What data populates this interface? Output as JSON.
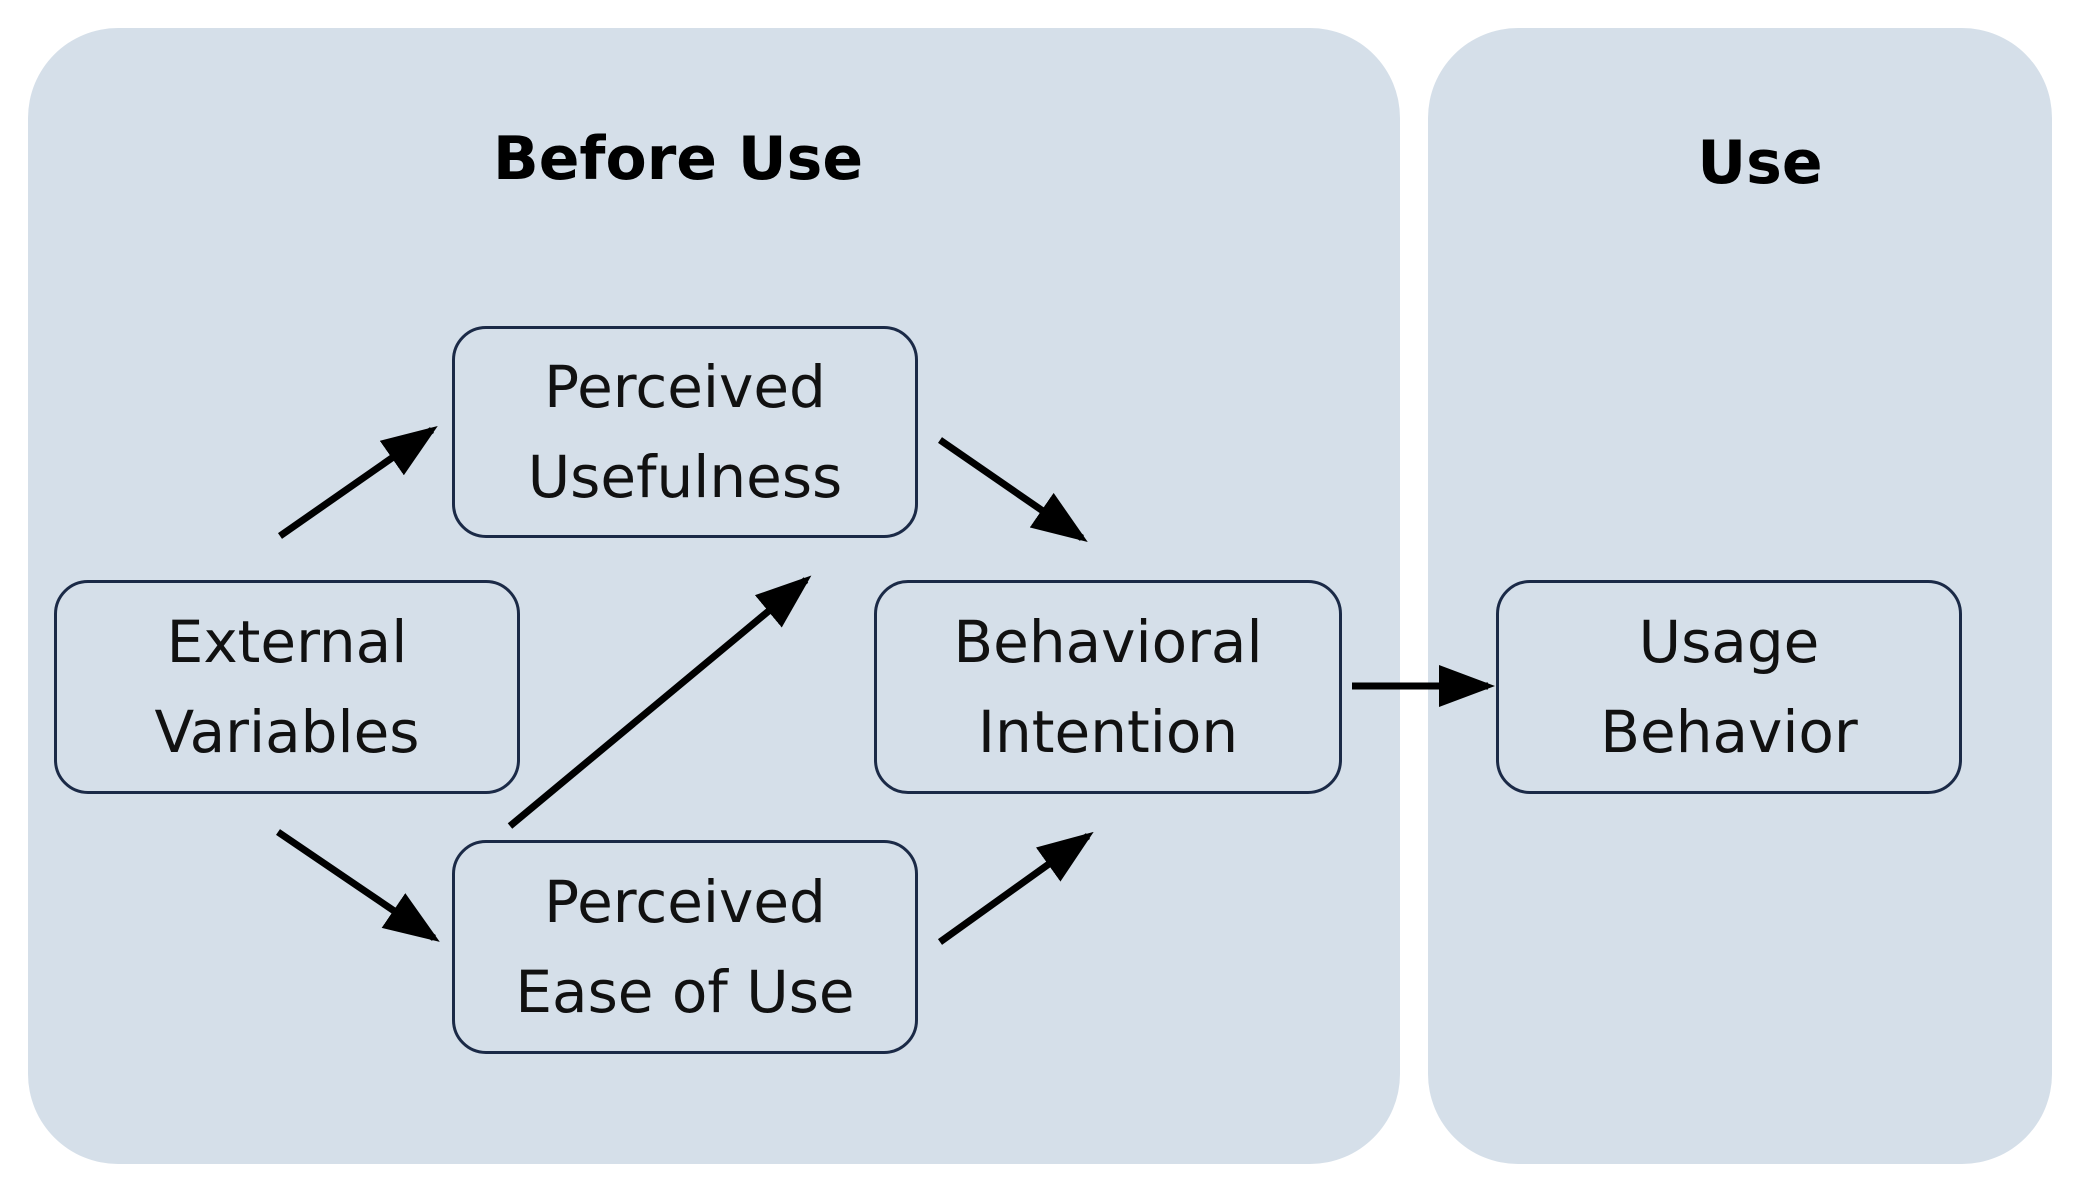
{
  "colors": {
    "panel_fill": "#d5dfe9",
    "node_fill": "#d5dfe9",
    "node_border": "#1b2a47",
    "arrow": "#000000"
  },
  "panels": {
    "before": {
      "title": "Before Use"
    },
    "use": {
      "title": "Use"
    }
  },
  "nodes": {
    "perceived_usefulness": {
      "line1": "Perceived",
      "line2": "Usefulness"
    },
    "external_variables": {
      "line1": "External",
      "line2": "Variables"
    },
    "behavioral_intention": {
      "line1": "Behavioral",
      "line2": "Intention"
    },
    "perceived_ease_of_use": {
      "line1": "Perceived",
      "line2": "Ease of Use"
    },
    "usage_behavior": {
      "line1": "Usage",
      "line2": "Behavior"
    }
  },
  "edges": [
    {
      "from": "external_variables",
      "to": "perceived_usefulness"
    },
    {
      "from": "external_variables",
      "to": "perceived_ease_of_use"
    },
    {
      "from": "perceived_ease_of_use",
      "to": "perceived_usefulness"
    },
    {
      "from": "perceived_usefulness",
      "to": "behavioral_intention"
    },
    {
      "from": "perceived_ease_of_use",
      "to": "behavioral_intention"
    },
    {
      "from": "behavioral_intention",
      "to": "usage_behavior"
    }
  ]
}
